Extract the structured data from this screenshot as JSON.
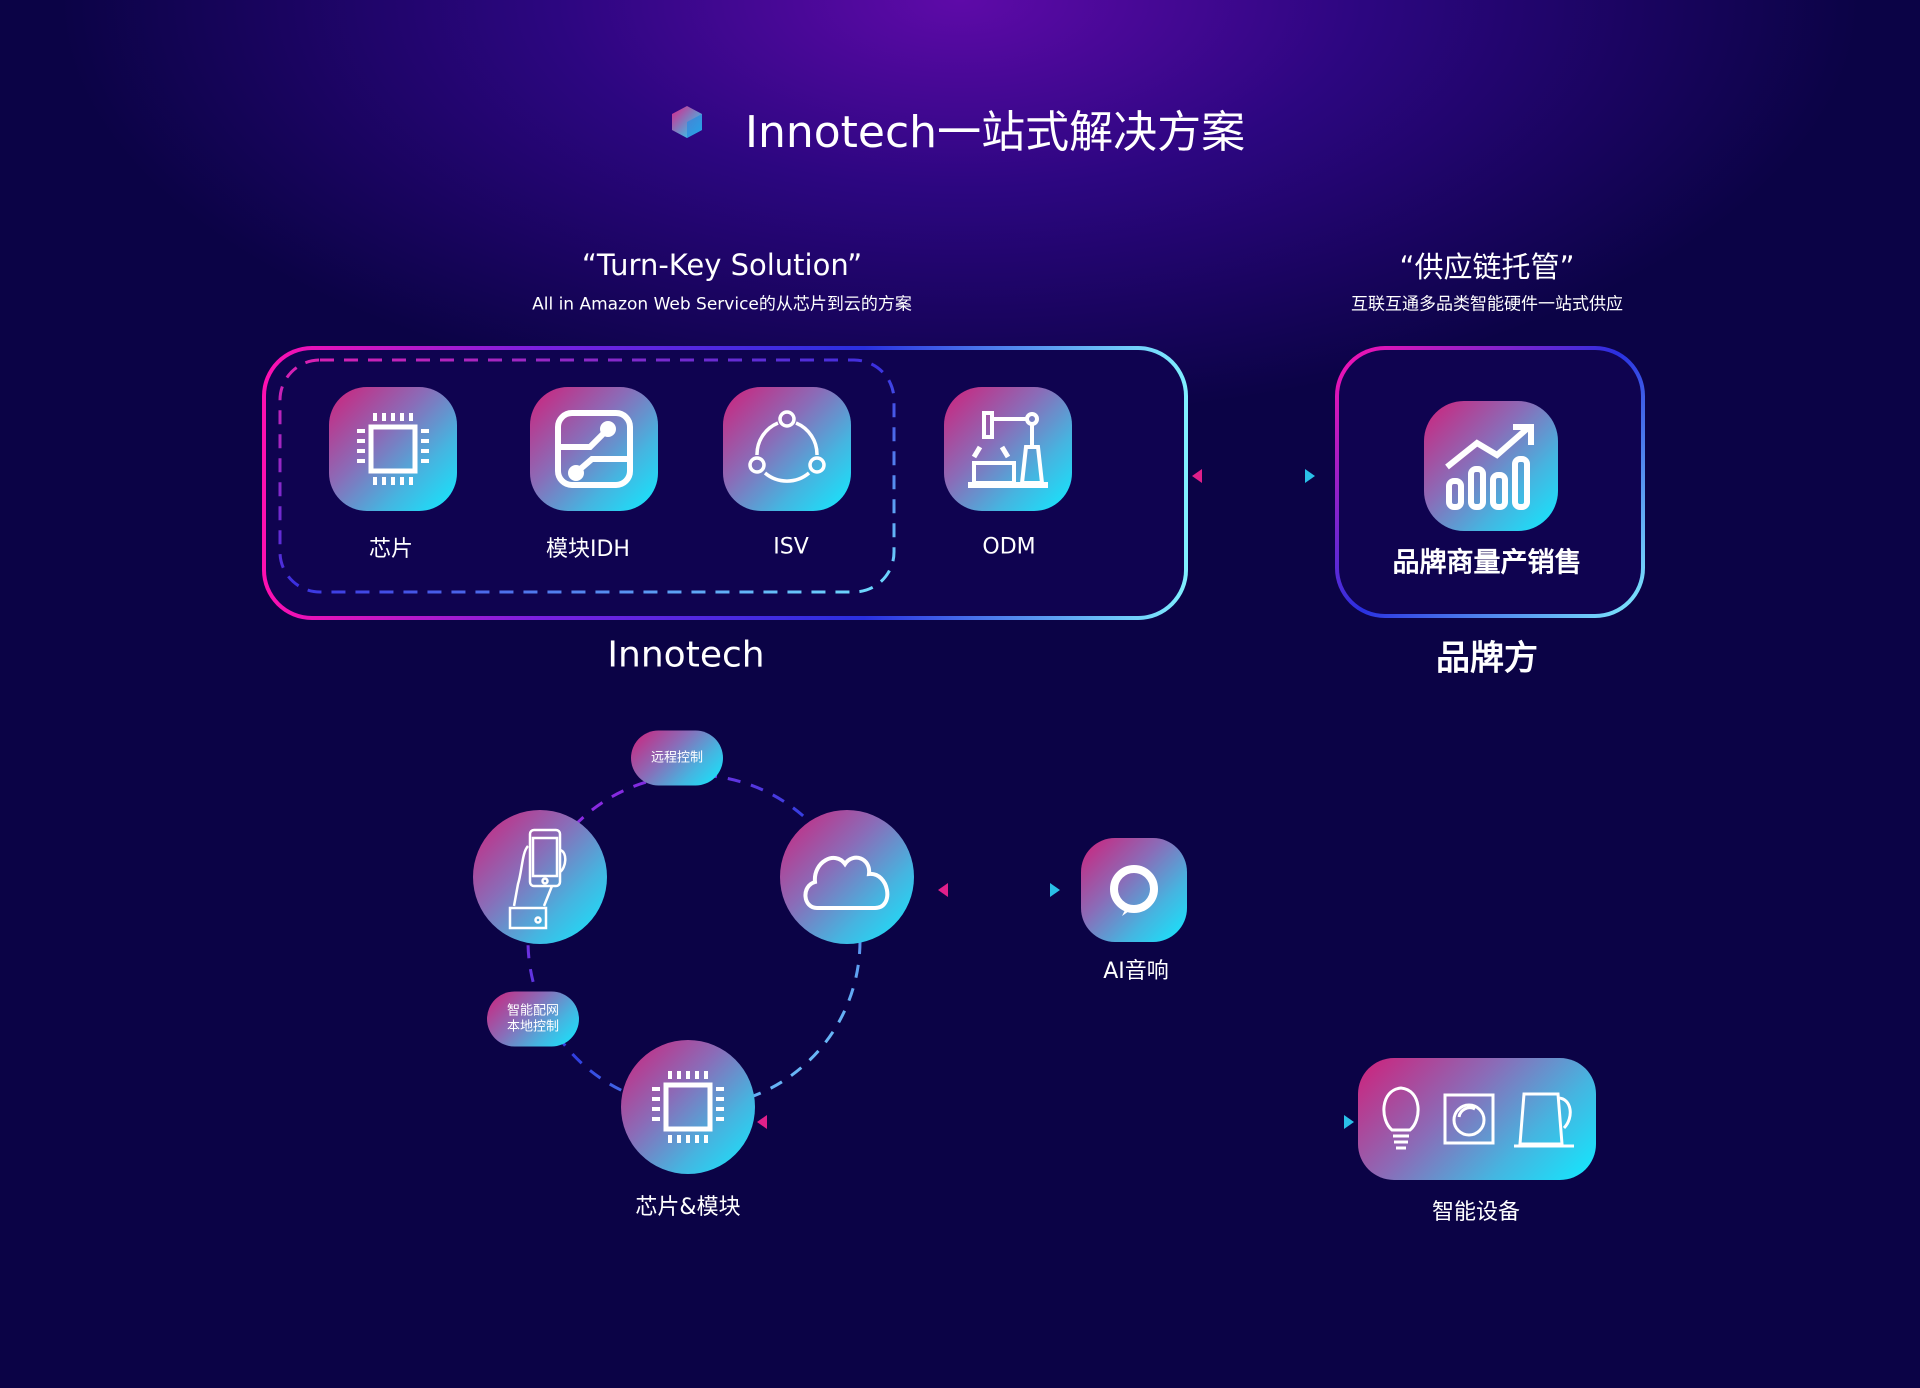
{
  "title": "Innotech一站式解决方案",
  "turnkey": {
    "heading": "“Turn-Key Solution”",
    "subtitle": "All in Amazon Web Service的从芯片到云的方案"
  },
  "supply": {
    "heading": "“供应链托管”",
    "subtitle": "互联互通多品类智能硬件一站式供应"
  },
  "innotech_box": {
    "label": "Innotech",
    "items": [
      {
        "label": "芯片",
        "icon": "chip-icon"
      },
      {
        "label": "模块IDH",
        "icon": "module-circuit-icon"
      },
      {
        "label": "ISV",
        "icon": "share-nodes-icon"
      },
      {
        "label": "ODM",
        "icon": "factory-robot-arm-icon"
      }
    ]
  },
  "brand_box": {
    "label": "品牌方",
    "item_label": "品牌商量产销售",
    "icon": "growth-chart-icon"
  },
  "ecosystem": {
    "remote_control": "远程控制",
    "local_control_line1": "智能配网",
    "local_control_line2": "本地控制",
    "chip_module": "芯片&模块",
    "ai_speaker": "AI音响",
    "smart_devices": "智能设备"
  },
  "colors": {
    "background": "#0b0346",
    "accent_pink": "#e0208a",
    "accent_cyan": "#10eaff",
    "accent_blue": "#2a3ce0"
  }
}
